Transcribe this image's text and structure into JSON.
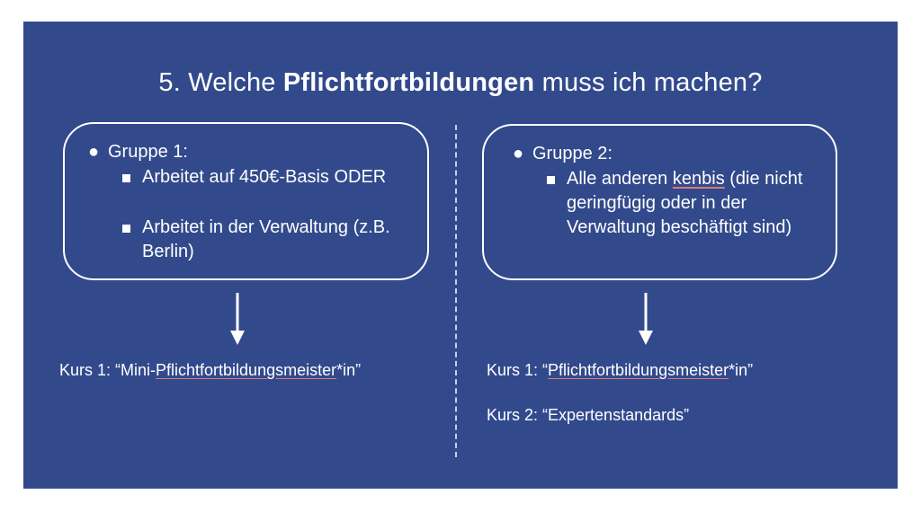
{
  "title": {
    "prefix": "5. Welche",
    "bold": "Pflichtfortbildungen",
    "suffix": "muss ich machen?"
  },
  "left": {
    "group_label": "Gruppe 1:",
    "items": [
      "Arbeitet auf 450€-Basis ODER",
      "Arbeitet in der Verwaltung (z.B. Berlin)"
    ],
    "course1_prefix": "Kurs 1: “Mini-",
    "course1_underlined": "Pflichtfortbildungsmeister",
    "course1_suffix": "*in”"
  },
  "right": {
    "group_label": "Gruppe 2:",
    "item_part1": "Alle anderen ",
    "item_underlined": "kenbis",
    "item_part2": " (die nicht geringfügig oder in der Verwaltung beschäftigt sind)",
    "course1_prefix": "Kurs 1: “",
    "course1_underlined": "Pflichtfortbildungsmeister",
    "course1_suffix": "*in”",
    "course2": "Kurs 2: “Expertenstandards”"
  }
}
